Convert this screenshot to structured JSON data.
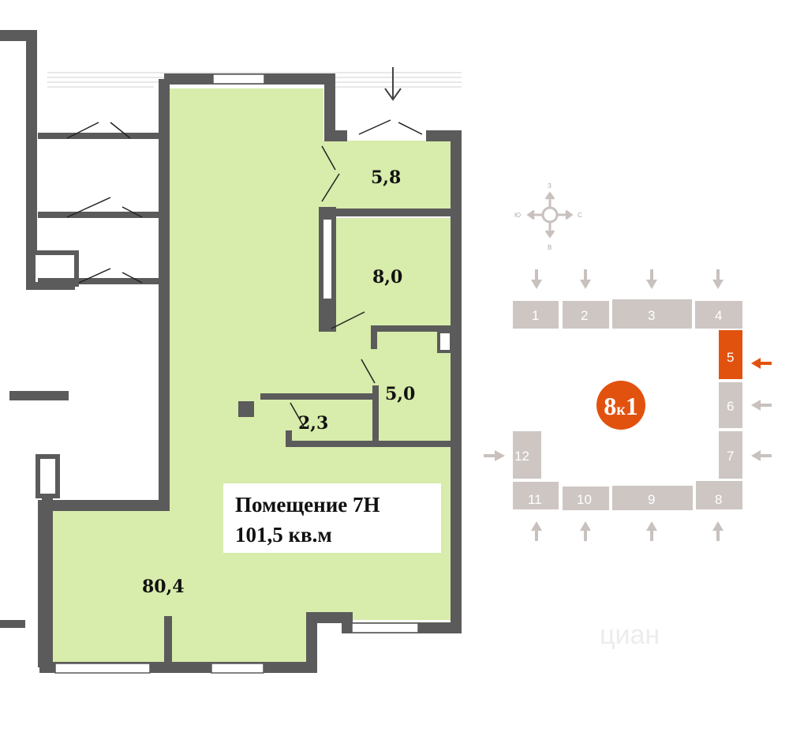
{
  "plan": {
    "rooms": [
      {
        "id": "room-1",
        "area": "5,8"
      },
      {
        "id": "room-2",
        "area": "8,0"
      },
      {
        "id": "room-3",
        "area": "5,0"
      },
      {
        "id": "room-4",
        "area": "2,3"
      },
      {
        "id": "room-main",
        "area": "80,4"
      }
    ],
    "info": {
      "title": "Помещение 7Н",
      "area": "101,5 кв.м"
    }
  },
  "key_plan": {
    "compass": {
      "north": "З",
      "south": "В",
      "west": "Ю",
      "east": "С"
    },
    "building_label": {
      "main": "8",
      "sub": "к",
      "num": "1"
    },
    "sections": [
      "1",
      "2",
      "3",
      "4",
      "5",
      "6",
      "7",
      "8",
      "9",
      "10",
      "11",
      "12"
    ],
    "highlighted_section": "5"
  },
  "watermark": "циан",
  "colors": {
    "room_fill": "#d8ecab",
    "wall": "#5b5b5b",
    "block": "#cdc6c3",
    "highlight": "#e2520f"
  }
}
